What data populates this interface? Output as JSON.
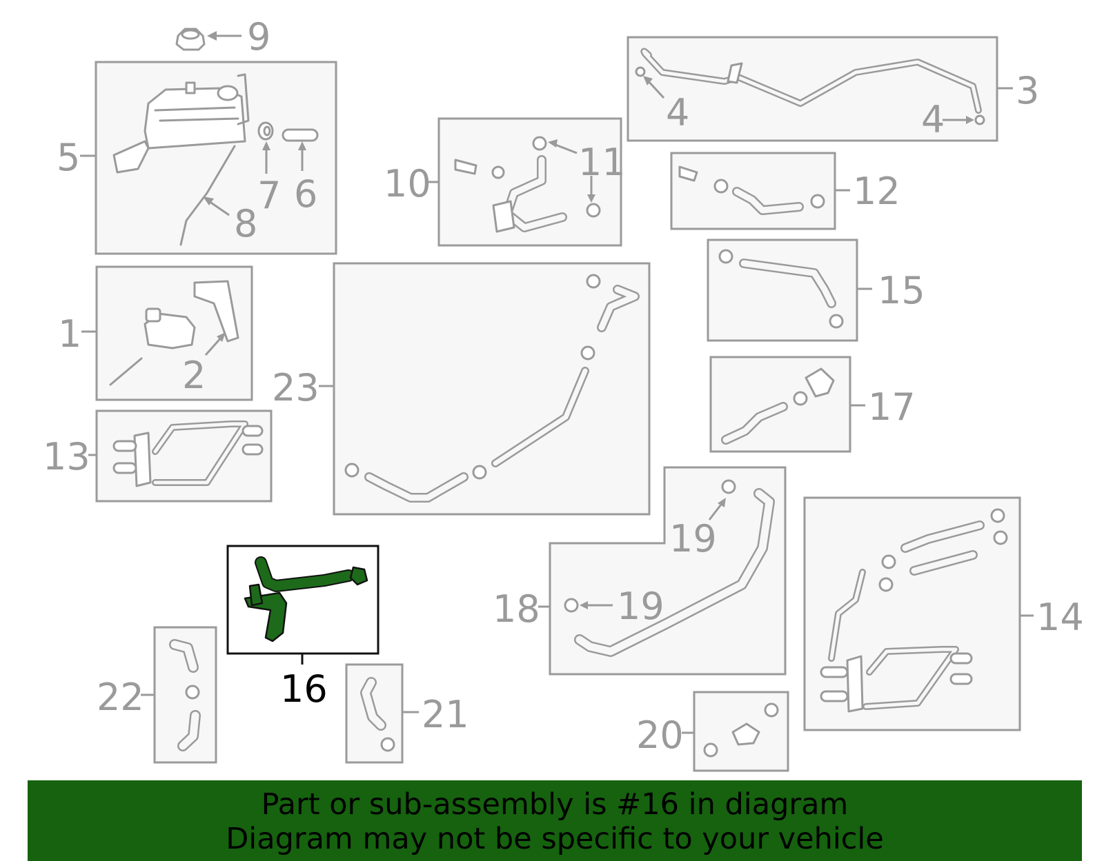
{
  "diagram": {
    "highlighted_part": "16",
    "callouts": [
      "1",
      "2",
      "3",
      "4",
      "4",
      "5",
      "6",
      "7",
      "8",
      "9",
      "10",
      "11",
      "12",
      "13",
      "14",
      "15",
      "16",
      "17",
      "18",
      "19",
      "19",
      "20",
      "21",
      "22",
      "23"
    ]
  },
  "banner": {
    "line1": "Part or sub-assembly is #16 in diagram",
    "line2": "Diagram may not be specific to your vehicle",
    "background_color": "#16620f"
  },
  "colors": {
    "highlight": "#1d6b1a",
    "outline": "#9a9a9a"
  }
}
